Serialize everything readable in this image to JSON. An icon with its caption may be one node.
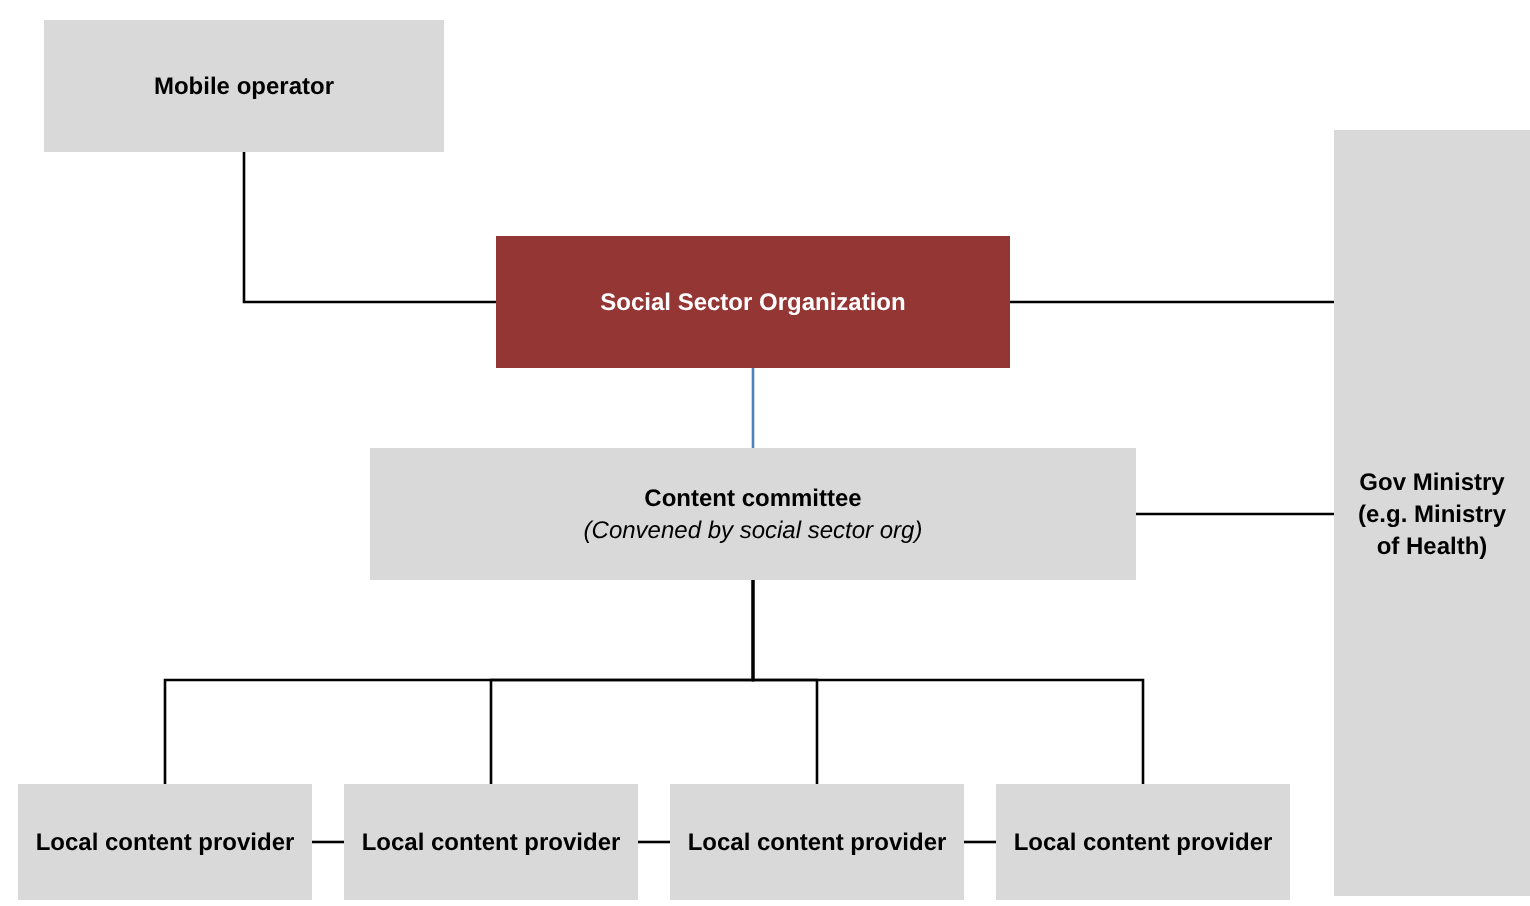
{
  "diagram": {
    "nodes": [
      {
        "text": [
          "Mobile operator"
        ]
      },
      {
        "text": [
          "Social Sector Organization"
        ]
      },
      {
        "text": [
          "Content committee",
          "(Convened by social sector org)"
        ]
      },
      {
        "text": [
          "Gov Ministry (e.g. Ministry of Health)"
        ]
      },
      {
        "text": [
          "Local content provider"
        ]
      },
      {
        "text": [
          "Local content provider"
        ]
      },
      {
        "text": [
          "Local content provider"
        ]
      },
      {
        "text": [
          "Local content provider"
        ]
      }
    ],
    "edges": [
      {
        "from": 0,
        "to": 1,
        "arrow": "none"
      },
      {
        "from": 1,
        "to": 3,
        "arrow": "none"
      },
      {
        "from": 1,
        "to": 2,
        "arrow": "none",
        "color": "#4f81bd"
      },
      {
        "from": 2,
        "to": 3,
        "arrow": "none"
      },
      {
        "from": 2,
        "to": 4,
        "arrow": "none"
      },
      {
        "from": 2,
        "to": 5,
        "arrow": "none"
      },
      {
        "from": 2,
        "to": 6,
        "arrow": "none"
      },
      {
        "from": 2,
        "to": 7,
        "arrow": "none"
      },
      {
        "from": 4,
        "to": 5,
        "arrow": "none"
      },
      {
        "from": 5,
        "to": 6,
        "arrow": "none"
      },
      {
        "from": 6,
        "to": 7,
        "arrow": "none"
      }
    ]
  }
}
